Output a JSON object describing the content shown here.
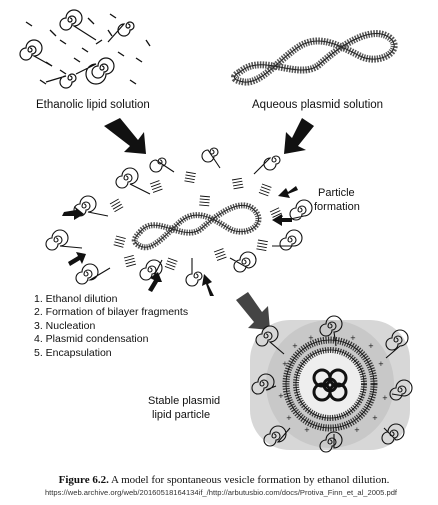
{
  "labels": {
    "ethanolic": "Ethanolic lipid solution",
    "aqueous": "Aqueous plasmid solution",
    "particle_formation_line1": "Particle",
    "particle_formation_line2": "formation",
    "stable_line1": "Stable plasmid",
    "stable_line2": "lipid particle"
  },
  "steps": [
    "1. Ethanol dilution",
    "2. Formation of bilayer fragments",
    "3. Nucleation",
    "4. Plasmid condensation",
    "5. Encapsulation"
  ],
  "caption": {
    "figure_label": "Figure 6.2.",
    "text": "A model for spontaneous vesicle formation by ethanol dilution."
  },
  "source": "https://web.archive.org/web/20160518164134if_/http://arbutusbio.com/docs/Protiva_Finn_et_al_2005.pdf"
}
